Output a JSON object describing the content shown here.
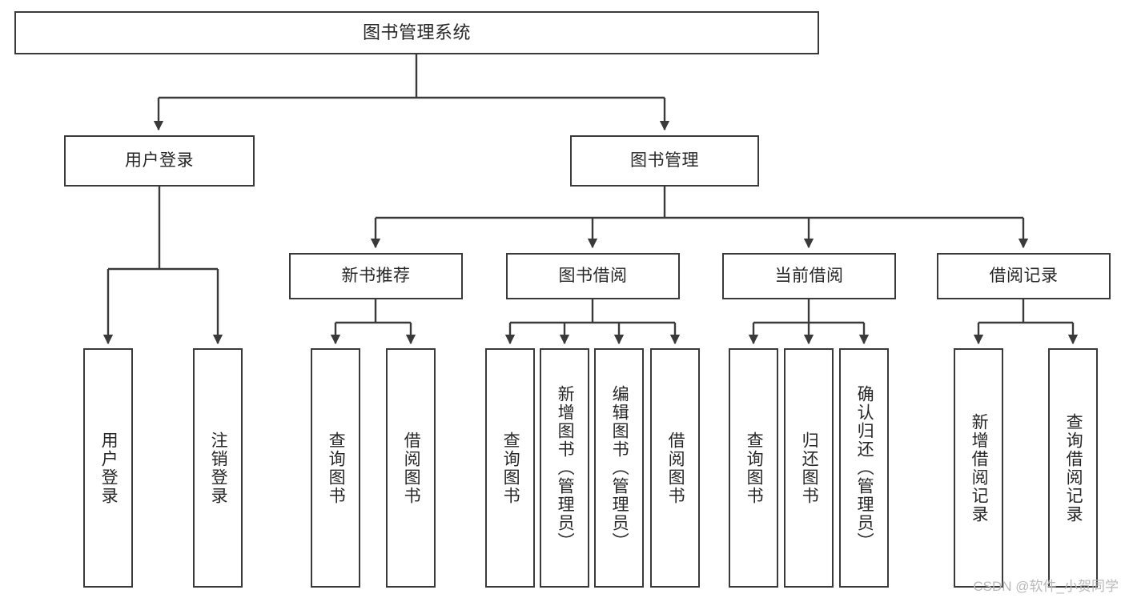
{
  "diagram": {
    "title": "图书管理系统",
    "watermark": "CSDN @软件_小贺同学",
    "stroke_color": "#3a3a3a",
    "text_color": "#262626",
    "background": "#ffffff",
    "nodes": {
      "root": {
        "label": "图书管理系统"
      },
      "level2": [
        {
          "id": "user-login",
          "label": "用户登录"
        },
        {
          "id": "book-manage",
          "label": "图书管理"
        }
      ],
      "level3": [
        {
          "id": "new-book-recommend",
          "label": "新书推荐"
        },
        {
          "id": "book-borrow",
          "label": "图书借阅"
        },
        {
          "id": "current-borrow",
          "label": "当前借阅"
        },
        {
          "id": "borrow-record",
          "label": "借阅记录"
        }
      ],
      "leaves": [
        {
          "id": "leaf-user-login",
          "parent": "user-login",
          "label": "用户登录"
        },
        {
          "id": "leaf-logout-login",
          "parent": "user-login",
          "label": "注销登录"
        },
        {
          "id": "leaf-query-book-1",
          "parent": "new-book-recommend",
          "label": "查询图书"
        },
        {
          "id": "leaf-borrow-book-1",
          "parent": "new-book-recommend",
          "label": "借阅图书"
        },
        {
          "id": "leaf-query-book-2",
          "parent": "book-borrow",
          "label": "查询图书"
        },
        {
          "id": "leaf-add-book",
          "parent": "book-borrow",
          "label": "新增图书（管理员）"
        },
        {
          "id": "leaf-edit-book",
          "parent": "book-borrow",
          "label": "编辑图书（管理员）"
        },
        {
          "id": "leaf-borrow-book-2",
          "parent": "book-borrow",
          "label": "借阅图书"
        },
        {
          "id": "leaf-query-book-3",
          "parent": "current-borrow",
          "label": "查询图书"
        },
        {
          "id": "leaf-return-book",
          "parent": "current-borrow",
          "label": "归还图书"
        },
        {
          "id": "leaf-confirm-return",
          "parent": "current-borrow",
          "label": "确认归还（管理员）"
        },
        {
          "id": "leaf-add-record",
          "parent": "borrow-record",
          "label": "新增借阅记录"
        },
        {
          "id": "leaf-query-record",
          "parent": "borrow-record",
          "label": "查询借阅记录"
        }
      ]
    }
  }
}
